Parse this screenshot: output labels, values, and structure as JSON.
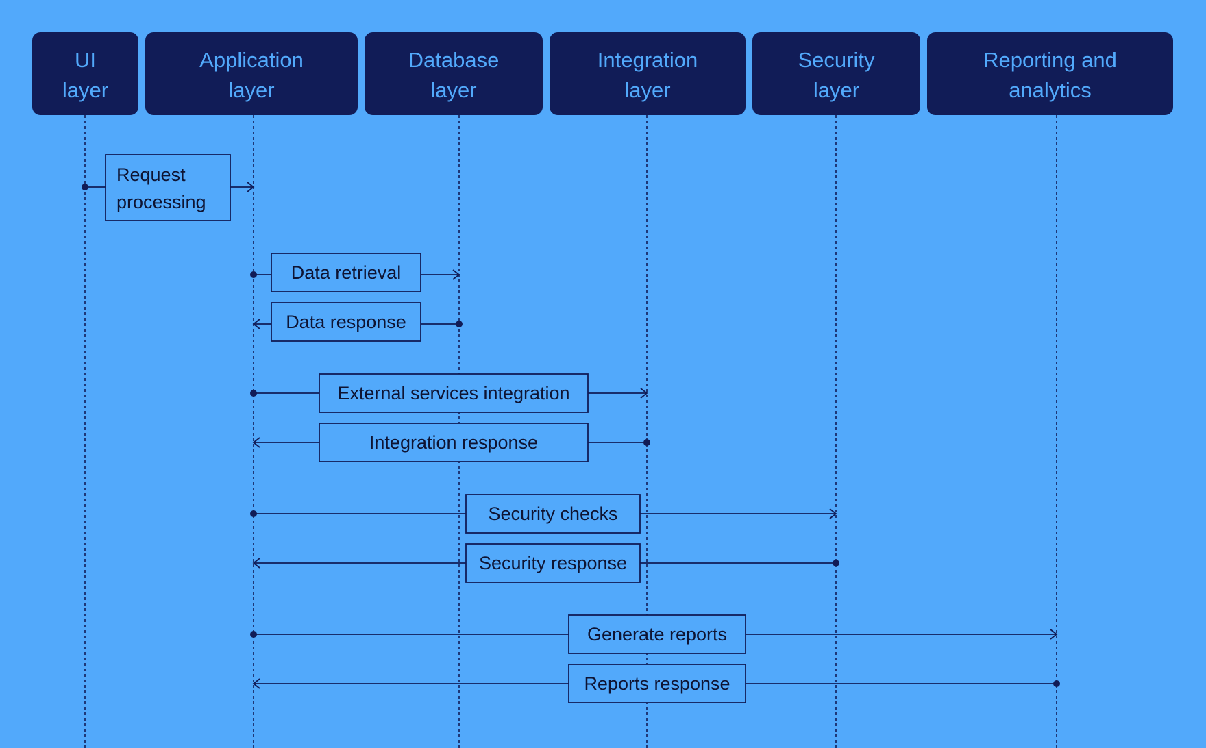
{
  "colors": {
    "background": "#52a9fb",
    "header_fill": "#111c57",
    "header_text": "#52a9fb",
    "line": "#111c57",
    "label_text": "#0e1433"
  },
  "lanes": [
    {
      "id": "ui",
      "lines": [
        "UI",
        "layer"
      ]
    },
    {
      "id": "app",
      "lines": [
        "Application",
        "layer"
      ]
    },
    {
      "id": "db",
      "lines": [
        "Database",
        "layer"
      ]
    },
    {
      "id": "integration",
      "lines": [
        "Integration",
        "layer"
      ]
    },
    {
      "id": "security",
      "lines": [
        "Security",
        "layer"
      ]
    },
    {
      "id": "reporting",
      "lines": [
        "Reporting and",
        "analytics"
      ]
    }
  ],
  "messages": [
    {
      "id": "request-processing",
      "from": "ui",
      "to": "app",
      "lines": [
        "Request",
        "processing"
      ]
    },
    {
      "id": "data-retrieval",
      "from": "app",
      "to": "db",
      "lines": [
        "Data retrieval"
      ]
    },
    {
      "id": "data-response",
      "from": "db",
      "to": "app",
      "lines": [
        "Data response"
      ]
    },
    {
      "id": "external-services-integration",
      "from": "app",
      "to": "integration",
      "lines": [
        "External services integration"
      ]
    },
    {
      "id": "integration-response",
      "from": "integration",
      "to": "app",
      "lines": [
        "Integration response"
      ]
    },
    {
      "id": "security-checks",
      "from": "app",
      "to": "security",
      "lines": [
        "Security checks"
      ]
    },
    {
      "id": "security-response",
      "from": "security",
      "to": "app",
      "lines": [
        "Security response"
      ]
    },
    {
      "id": "generate-reports",
      "from": "app",
      "to": "reporting",
      "lines": [
        "Generate reports"
      ]
    },
    {
      "id": "reports-response",
      "from": "reporting",
      "to": "app",
      "lines": [
        "Reports response"
      ]
    }
  ]
}
